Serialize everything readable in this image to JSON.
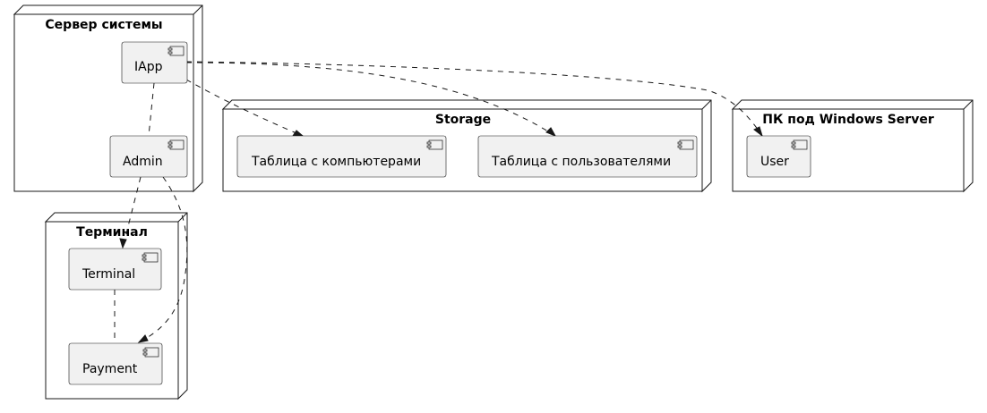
{
  "nodes": {
    "server": {
      "title": "Сервер системы"
    },
    "storage": {
      "title": "Storage"
    },
    "pc": {
      "title": "ПК под Windows Server"
    },
    "terminal": {
      "title": "Терминал"
    }
  },
  "components": {
    "iapp": "IApp",
    "admin": "Admin",
    "computers_table": "Таблица с компьютерами",
    "users_table": "Таблица с пользователями",
    "user": "User",
    "terminal": "Terminal",
    "payment": "Payment"
  },
  "links": [
    {
      "from": "IApp",
      "to": "Admin",
      "style": "dashed",
      "arrow": false
    },
    {
      "from": "IApp",
      "to": "Таблица с компьютерами",
      "style": "dashed",
      "arrow": true
    },
    {
      "from": "IApp",
      "to": "Таблица с пользователями",
      "style": "dashed",
      "arrow": true
    },
    {
      "from": "IApp",
      "to": "User",
      "style": "dashed",
      "arrow": true
    },
    {
      "from": "Admin",
      "to": "Terminal",
      "style": "dashed",
      "arrow": true
    },
    {
      "from": "Admin",
      "to": "Payment",
      "style": "dashed",
      "arrow": true
    },
    {
      "from": "Terminal",
      "to": "Payment",
      "style": "dashed",
      "arrow": false
    }
  ]
}
